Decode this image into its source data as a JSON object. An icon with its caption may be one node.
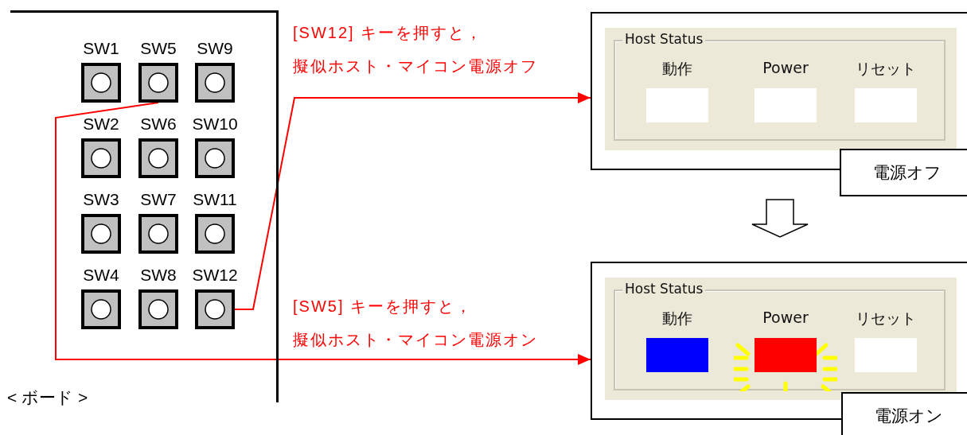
{
  "diagram": {
    "nodes": [
      {
        "text": [
          "< ボード >"
        ]
      },
      {
        "text": [
          "SW1"
        ],
        "in": 0
      },
      {
        "text": [
          "SW5"
        ],
        "in": 0
      },
      {
        "text": [
          "SW9"
        ],
        "in": 0
      },
      {
        "text": [
          "SW2"
        ],
        "in": 0
      },
      {
        "text": [
          "SW6"
        ],
        "in": 0
      },
      {
        "text": [
          "SW10"
        ],
        "in": 0
      },
      {
        "text": [
          "SW3"
        ],
        "in": 0
      },
      {
        "text": [
          "SW7"
        ],
        "in": 0
      },
      {
        "text": [
          "SW11"
        ],
        "in": 0
      },
      {
        "text": [
          "SW4"
        ],
        "in": 0
      },
      {
        "text": [
          "SW8"
        ],
        "in": 0
      },
      {
        "text": [
          "SW12"
        ],
        "in": 0
      },
      {
        "text": [],
        "shape": "box"
      },
      {
        "text": [
          "Host Status"
        ],
        "in": 13
      },
      {
        "text": [
          "動作"
        ],
        "in": 14
      },
      {
        "text": [
          "Power"
        ],
        "in": 14
      },
      {
        "text": [
          "リセット"
        ],
        "in": 14
      },
      {
        "text": [
          "電源オフ"
        ]
      },
      {
        "text": [],
        "shape": "box"
      },
      {
        "text": [
          "Host Status"
        ],
        "in": 19
      },
      {
        "text": [
          "動作"
        ],
        "in": 20
      },
      {
        "text": [
          "Power"
        ],
        "in": 20
      },
      {
        "text": [
          "リセット"
        ],
        "in": 20
      },
      {
        "text": [
          "電源オン"
        ]
      }
    ],
    "edges": [
      {
        "from": 12,
        "to": 13,
        "arrow": "to",
        "color": "#ff0000",
        "label": "[SW12] キーを押すと，擬似ホスト・マイコン電源オフ"
      },
      {
        "from": 2,
        "to": 19,
        "arrow": "to",
        "color": "#ff0000",
        "label": "[SW5] キーを押すと，擬似ホスト・マイコン電源オン"
      },
      {
        "from": 13,
        "to": 19,
        "arrow": "to"
      }
    ]
  }
}
